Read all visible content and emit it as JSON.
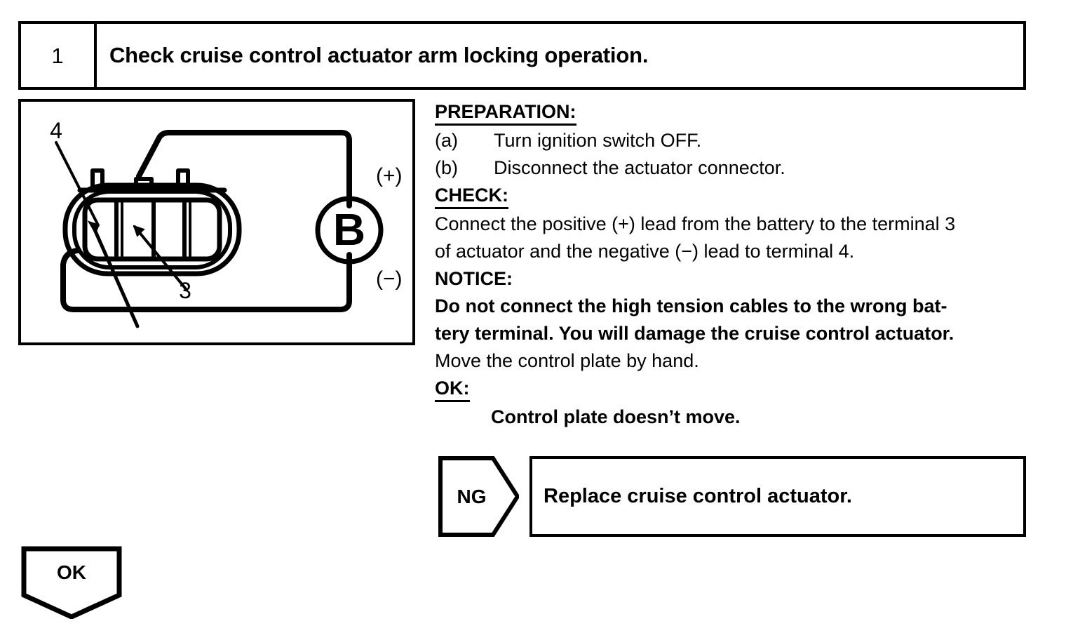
{
  "step": {
    "number": "1",
    "title": "Check cruise control actuator arm locking operation."
  },
  "figure": {
    "battery_symbol": "B",
    "positive_label": "(+)",
    "negative_label": "(−)",
    "terminal_callout_upper": "4",
    "terminal_callout_lower": "3"
  },
  "instructions": {
    "preparation_heading": "PREPARATION:",
    "prep_items": [
      {
        "marker": "(a)",
        "text": "Turn ignition switch OFF."
      },
      {
        "marker": "(b)",
        "text": "Disconnect the actuator connector."
      }
    ],
    "check_heading": "CHECK:",
    "check_body_line1": "Connect the positive (+) lead from the battery to the terminal 3",
    "check_body_line2": "of actuator and the negative (−) lead to terminal 4.",
    "notice_heading": "NOTICE:",
    "notice_line1": "Do not connect the high tension cables to the wrong bat-",
    "notice_line2": "tery terminal. You will damage the cruise control actuator.",
    "notice_line3": "Move the control plate by hand.",
    "ok_heading": "OK:",
    "ok_result": "Control plate doesn’t move."
  },
  "branches": {
    "ng_label": "NG",
    "ng_action": "Replace cruise control actuator.",
    "ok_label": "OK"
  },
  "colors": {
    "ink": "#000000",
    "paper": "#ffffff"
  }
}
